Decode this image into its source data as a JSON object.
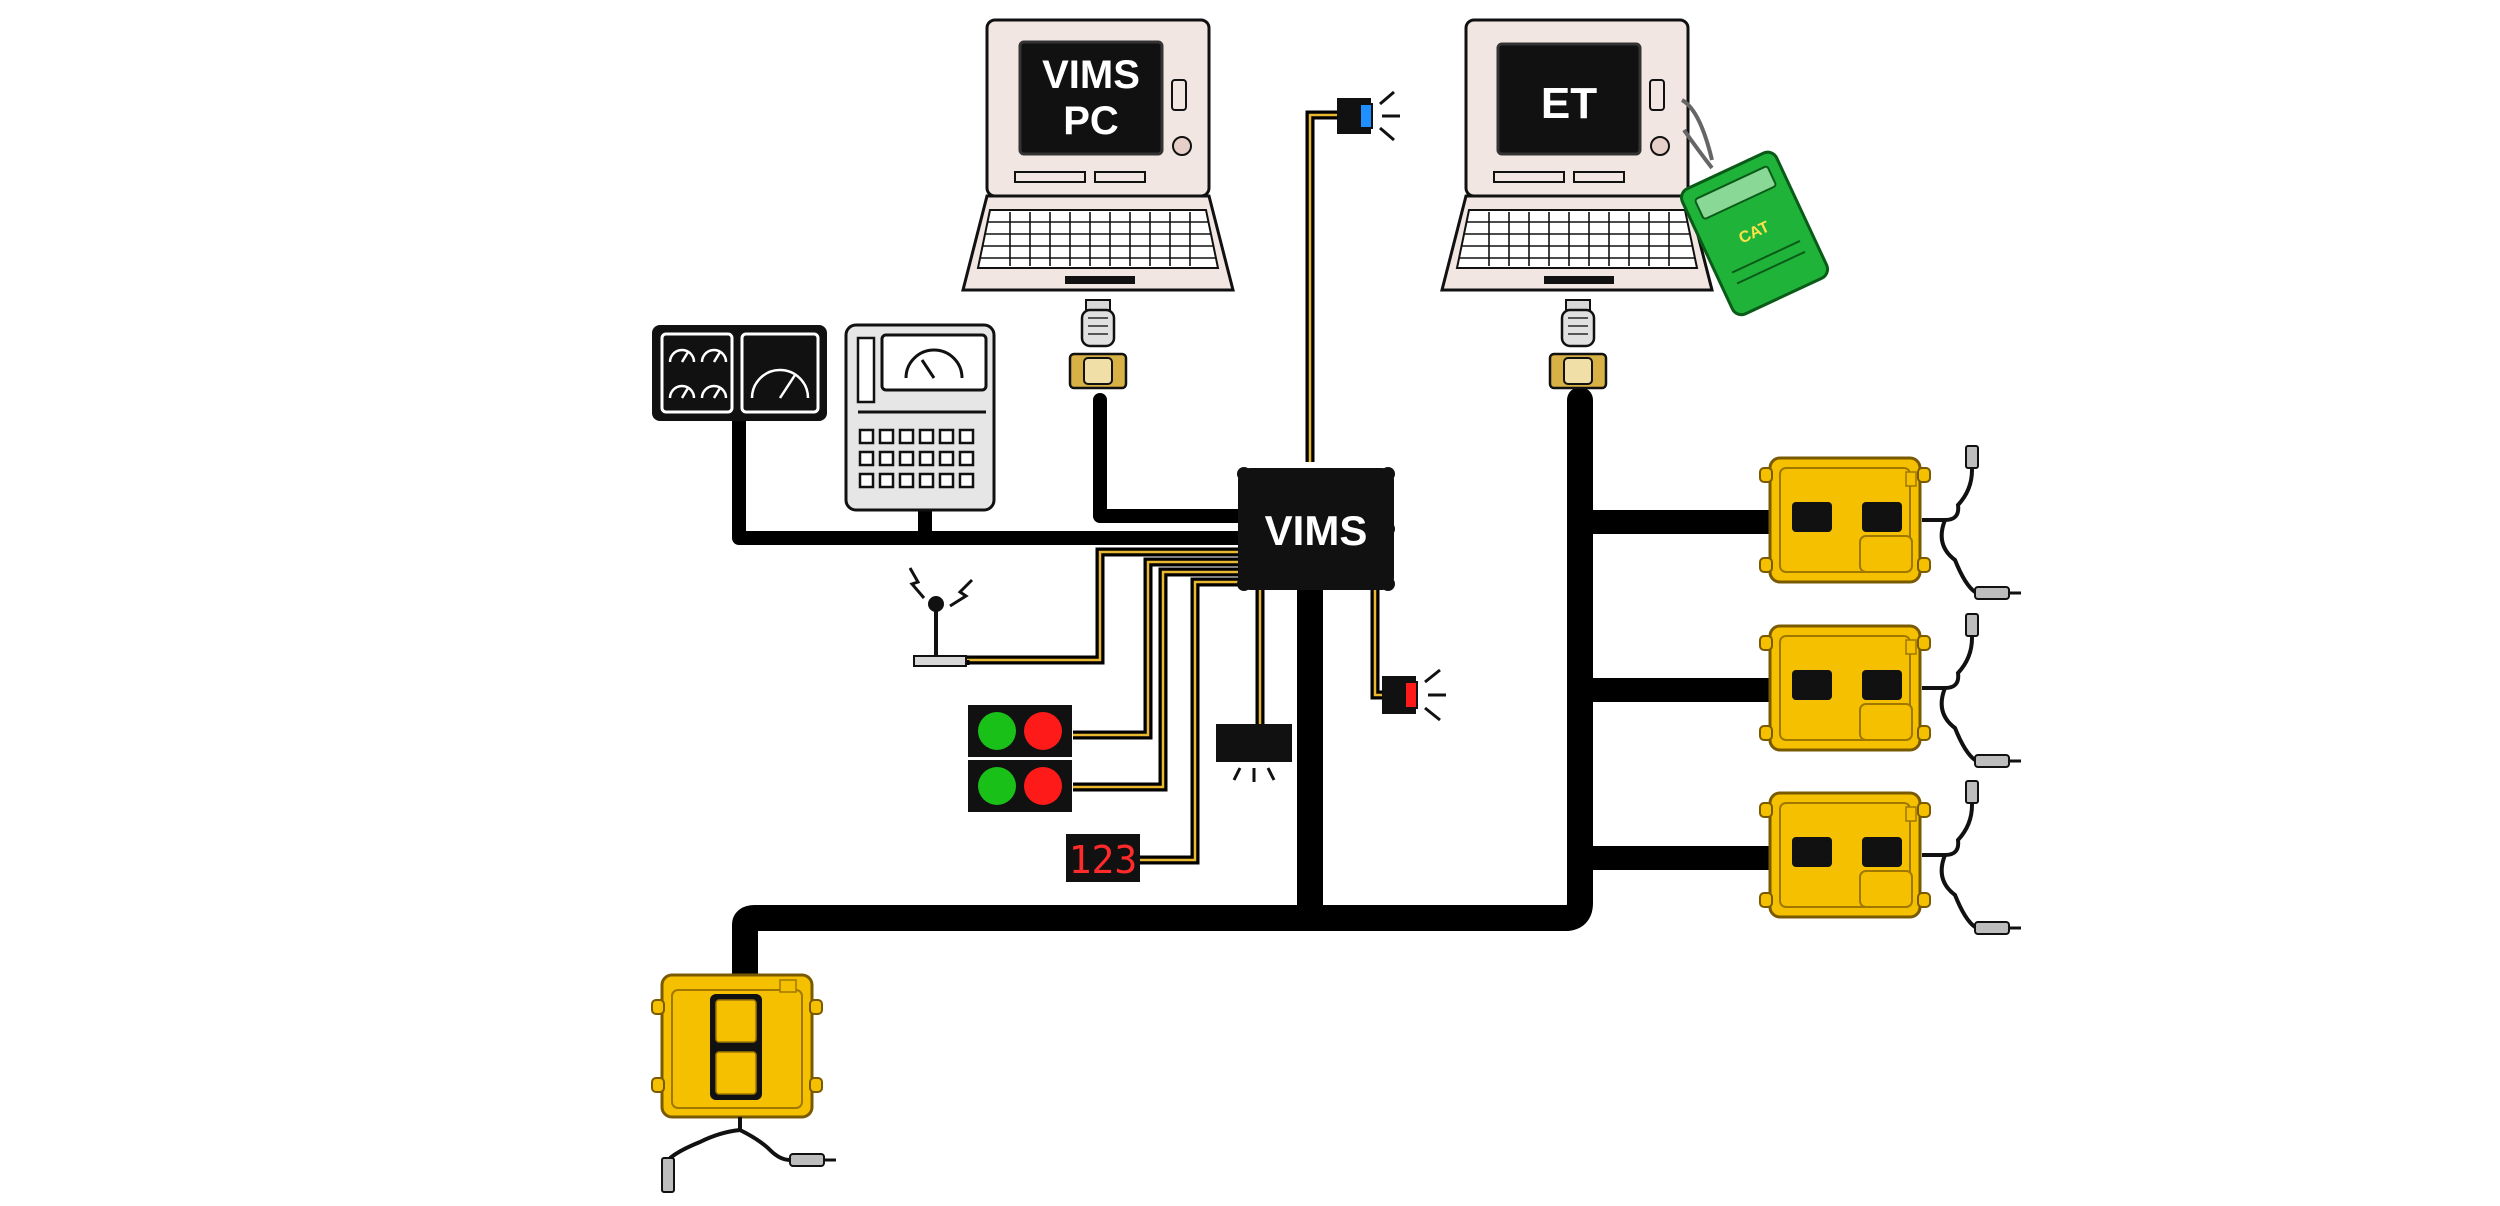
{
  "vims_pc": {
    "line1": "VIMS",
    "line2": "PC"
  },
  "et": {
    "label": "ET"
  },
  "vims": {
    "label": "VIMS"
  },
  "display": {
    "value": "123"
  },
  "comm_adapter": {
    "label": "CAT"
  },
  "colors": {
    "harness": "#000000",
    "wire_core": "#e8b830",
    "ecm_body": "#f5c000",
    "ecm_edge": "#a07800",
    "laptop_case": "#f2e6e2",
    "adapter": "#1fb33a",
    "lamp_green": "#18c018",
    "lamp_red": "#ff1a1a",
    "beacon_blue": "#1e90ff",
    "beacon_red": "#ff1a1a"
  },
  "icons": [
    "laptop-icon",
    "connector-icon",
    "gauge-cluster-icon",
    "keypad-icon",
    "antenna-icon",
    "indicator-lamp-icon",
    "beacon-icon",
    "alarm-icon",
    "numeric-display-icon",
    "ecm-icon",
    "sensor-icon"
  ]
}
